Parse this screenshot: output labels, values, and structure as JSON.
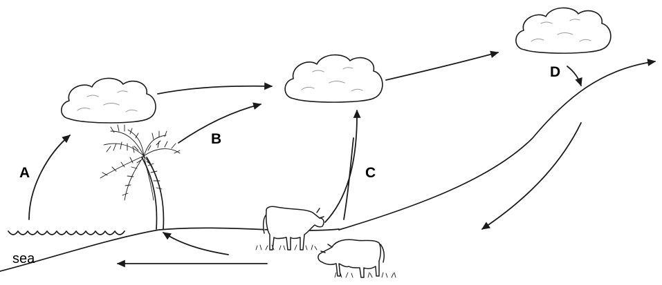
{
  "diagram": {
    "labels": {
      "a": "A",
      "b": "B",
      "c": "C",
      "d": "D",
      "sea": "sea"
    }
  }
}
